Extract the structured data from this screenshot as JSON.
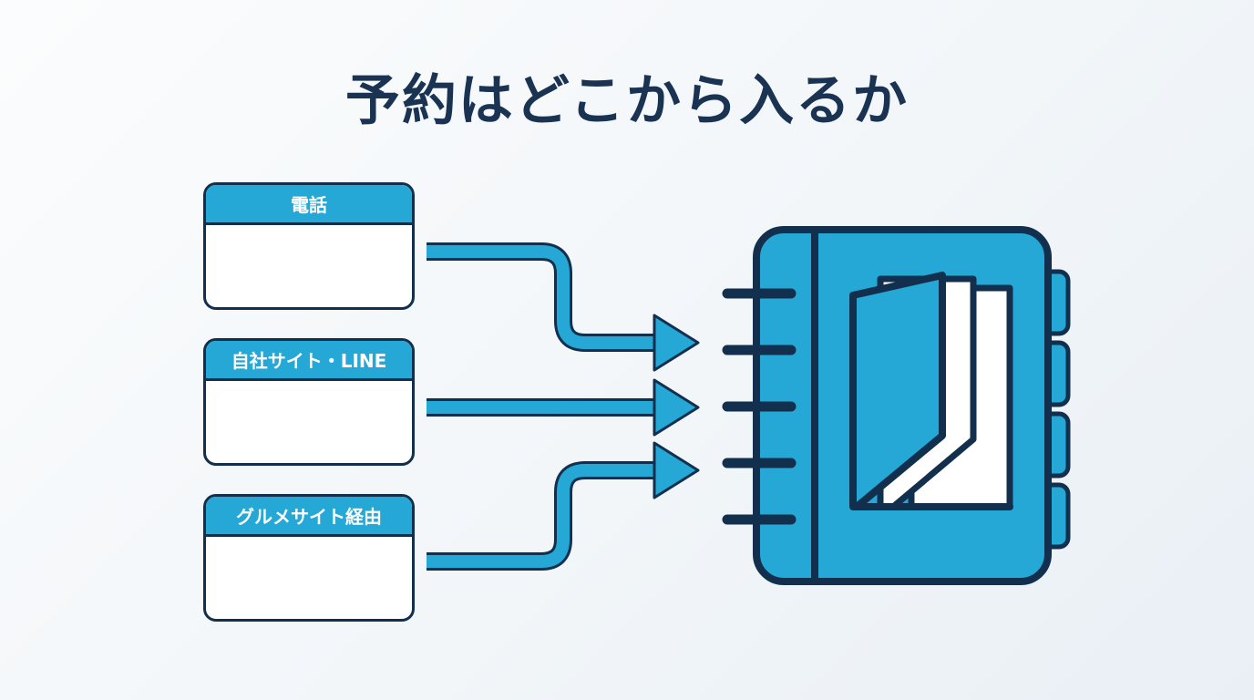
{
  "title": "予約はどこから入るか",
  "sources": [
    {
      "label": "電話"
    },
    {
      "label": "自社サイト・LINE"
    },
    {
      "label": "グルメサイト経由"
    }
  ],
  "colors": {
    "accent": "#25a8d6",
    "outline": "#12304e",
    "title": "#1a3352",
    "card_body": "#ffffff"
  },
  "icons": {
    "destination": "reservation-book-icon"
  }
}
